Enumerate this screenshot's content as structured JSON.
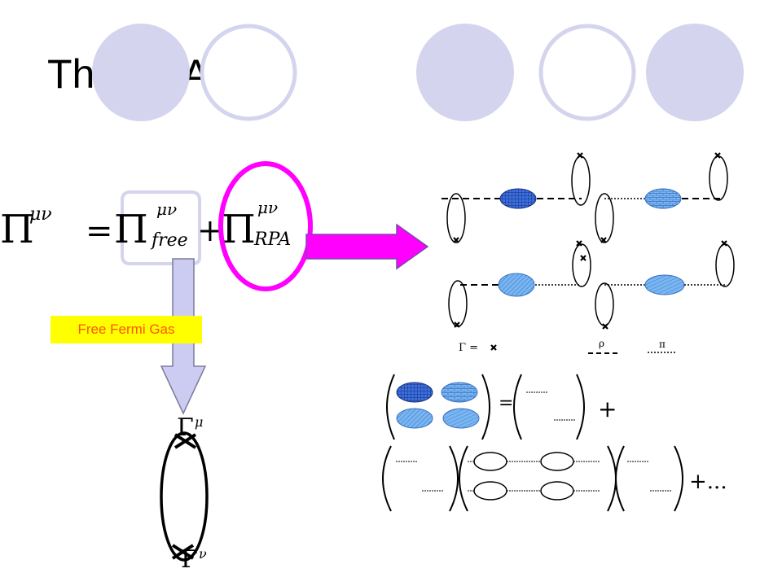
{
  "slide": {
    "title": "The RPA",
    "colors": {
      "circle_fill": "#d4d4ee",
      "circle_outline": "#d4d4ee",
      "magenta": "#ff00ff",
      "arrow_fill": "#ccccf2",
      "highlight": "#ffff00",
      "highlight_text": "#ff5500",
      "blob_dark": "#2f63d6",
      "blob_light": "#6fb0f0"
    }
  },
  "equation": {
    "lhs_symbol": "Π",
    "lhs_superscript": "μν",
    "equals": "=",
    "term1_symbol": "Π",
    "term1_superscript": "μν",
    "term1_subscript": "free",
    "plus": "+",
    "term2_symbol": "Π",
    "term2_superscript": "μν",
    "term2_subscript": "RPA"
  },
  "free_fermi_gas": {
    "label": "Free Fermi Gas",
    "vertex_top": "Γ",
    "vertex_top_superscript": "μ",
    "vertex_bottom": "Γ",
    "vertex_bottom_superscript": "ν"
  },
  "legend": {
    "gamma_label": "Γ =",
    "rho_label": "ρ",
    "pi_label": "π"
  },
  "matrix_equation": {
    "equals": "=",
    "plus": "+",
    "plus_dots": "+..."
  }
}
